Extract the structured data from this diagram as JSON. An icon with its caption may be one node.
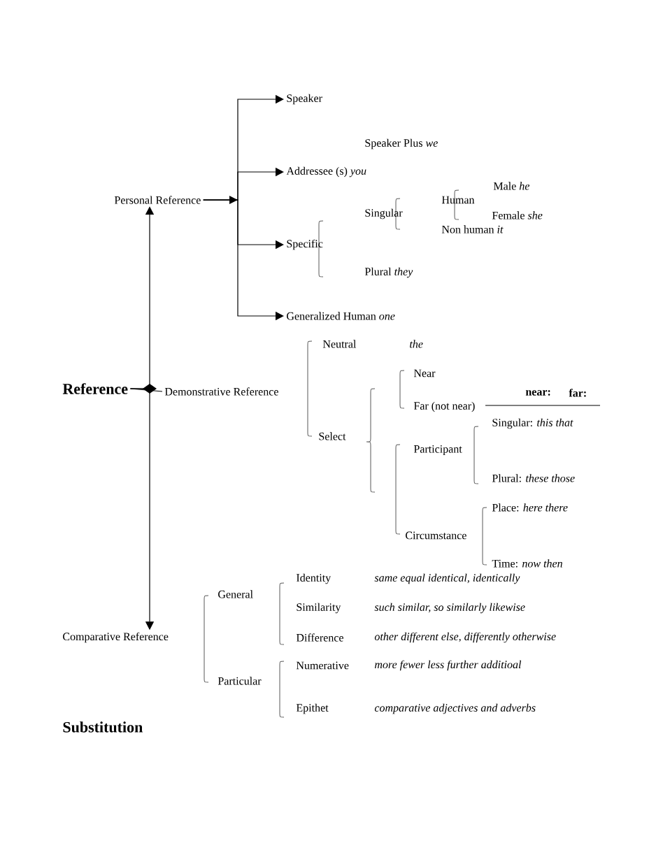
{
  "diagram": {
    "nodes": [
      {
        "text": [
          "Personal Reference"
        ]
      },
      {
        "text": [
          "Speaker"
        ]
      },
      {
        "text": [
          "Speaker Plus *we*"
        ]
      },
      {
        "text": [
          "Addressee (s) *you*"
        ]
      },
      {
        "text": [
          "Singular"
        ]
      },
      {
        "text": [
          "Human"
        ]
      },
      {
        "text": [
          "Male *he*"
        ]
      },
      {
        "text": [
          "Female *she*"
        ]
      },
      {
        "text": [
          "Non human *it*"
        ]
      },
      {
        "text": [
          "Specific"
        ]
      },
      {
        "text": [
          "Plural *they*"
        ]
      },
      {
        "text": [
          "Generalized Human *one*"
        ]
      },
      {
        "text": [
          "Reference"
        ]
      },
      {
        "text": [
          "Demonstrative Reference"
        ]
      },
      {
        "text": [
          "Neutral"
        ]
      },
      {
        "text": [
          "Select"
        ]
      },
      {
        "text": [
          "Near"
        ]
      },
      {
        "text": [
          "Far (not near)"
        ]
      },
      {
        "text": [
          "Participant"
        ]
      },
      {
        "text": [
          "Singular: *this*  *that*"
        ]
      },
      {
        "text": [
          "Plural: *these those*"
        ]
      },
      {
        "text": [
          "Circumstance"
        ]
      },
      {
        "text": [
          "Place: *here*  *there*"
        ]
      },
      {
        "text": [
          "Time: *now then*"
        ]
      },
      {
        "text": [
          "Comparative Reference"
        ]
      },
      {
        "text": [
          "General"
        ]
      },
      {
        "text": [
          "Particular"
        ]
      },
      {
        "text": [
          "Identity"
        ]
      },
      {
        "text": [
          "Similarity"
        ]
      },
      {
        "text": [
          "Difference"
        ]
      },
      {
        "text": [
          "Numerative"
        ]
      },
      {
        "text": [
          "Epithet"
        ]
      }
    ],
    "edges": [
      {
        "from": 0,
        "to": 1,
        "arrow": "to"
      },
      {
        "from": 0,
        "to": 3,
        "arrow": "to"
      },
      {
        "from": 0,
        "to": 9,
        "arrow": "to"
      },
      {
        "from": 0,
        "to": 11,
        "arrow": "to"
      },
      {
        "from": 12,
        "to": 0,
        "arrow": "to"
      },
      {
        "from": 12,
        "to": 24,
        "arrow": "to"
      },
      {
        "from": 12,
        "to": 13,
        "arrow": "none"
      }
    ],
    "labels": [
      "the",
      "near:",
      "far:",
      "same equal identical, identically",
      "such similar, so similarly likewise",
      "other different else, differently otherwise",
      "more fewer less further additioal",
      "comparative adjectives and adverbs",
      "Substitution"
    ]
  }
}
